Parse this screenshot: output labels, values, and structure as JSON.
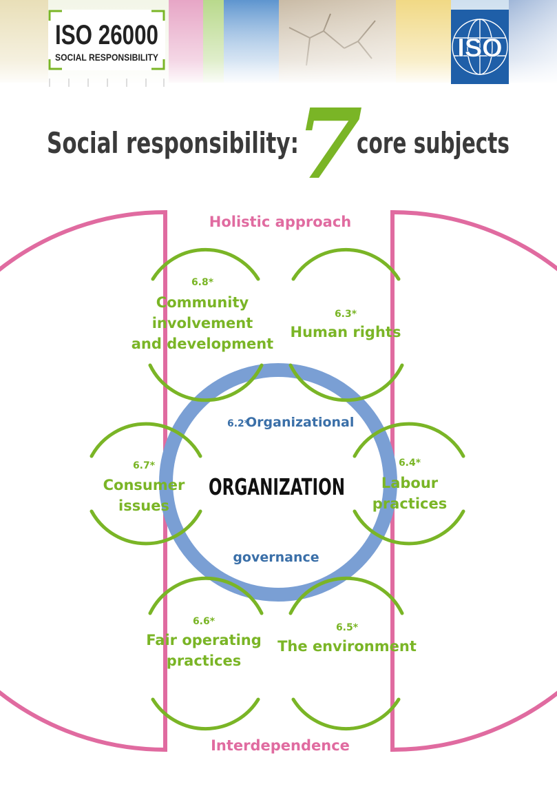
{
  "logo": {
    "line1": "ISO 26000",
    "line2": "SOCIAL RESPONSIBILITY"
  },
  "iso_logo": {
    "text": "ISO"
  },
  "title": {
    "before": "Social responsibility:",
    "number": "7",
    "after": "core subjects"
  },
  "labels": {
    "top": "Holistic approach",
    "bottom": "Interdependence"
  },
  "center": {
    "title": "ORGANIZATION",
    "governance_code": "6.2*",
    "governance_line1": "Organizational",
    "governance_line2": "governance"
  },
  "subjects": {
    "community": {
      "code": "6.8*",
      "line1": "Community",
      "line2": "involvement",
      "line3": "and development"
    },
    "human_rights": {
      "code": "6.3*",
      "line1": "Human rights"
    },
    "consumer": {
      "code": "6.7*",
      "line1": "Consumer",
      "line2": "issues"
    },
    "labour": {
      "code": "6.4*",
      "line1": "Labour",
      "line2": "practices"
    },
    "fair": {
      "code": "6.6*",
      "line1": "Fair operating",
      "line2": "practices"
    },
    "environment": {
      "code": "6.5*",
      "line1": "The environment"
    }
  },
  "colors": {
    "green": "#7ab526",
    "pink": "#e06ba0",
    "blue": "#7a9fd4",
    "dark_blue": "#3a6fa8",
    "iso_blue": "#1f5fa8",
    "title_gray": "#3a3a3a"
  }
}
